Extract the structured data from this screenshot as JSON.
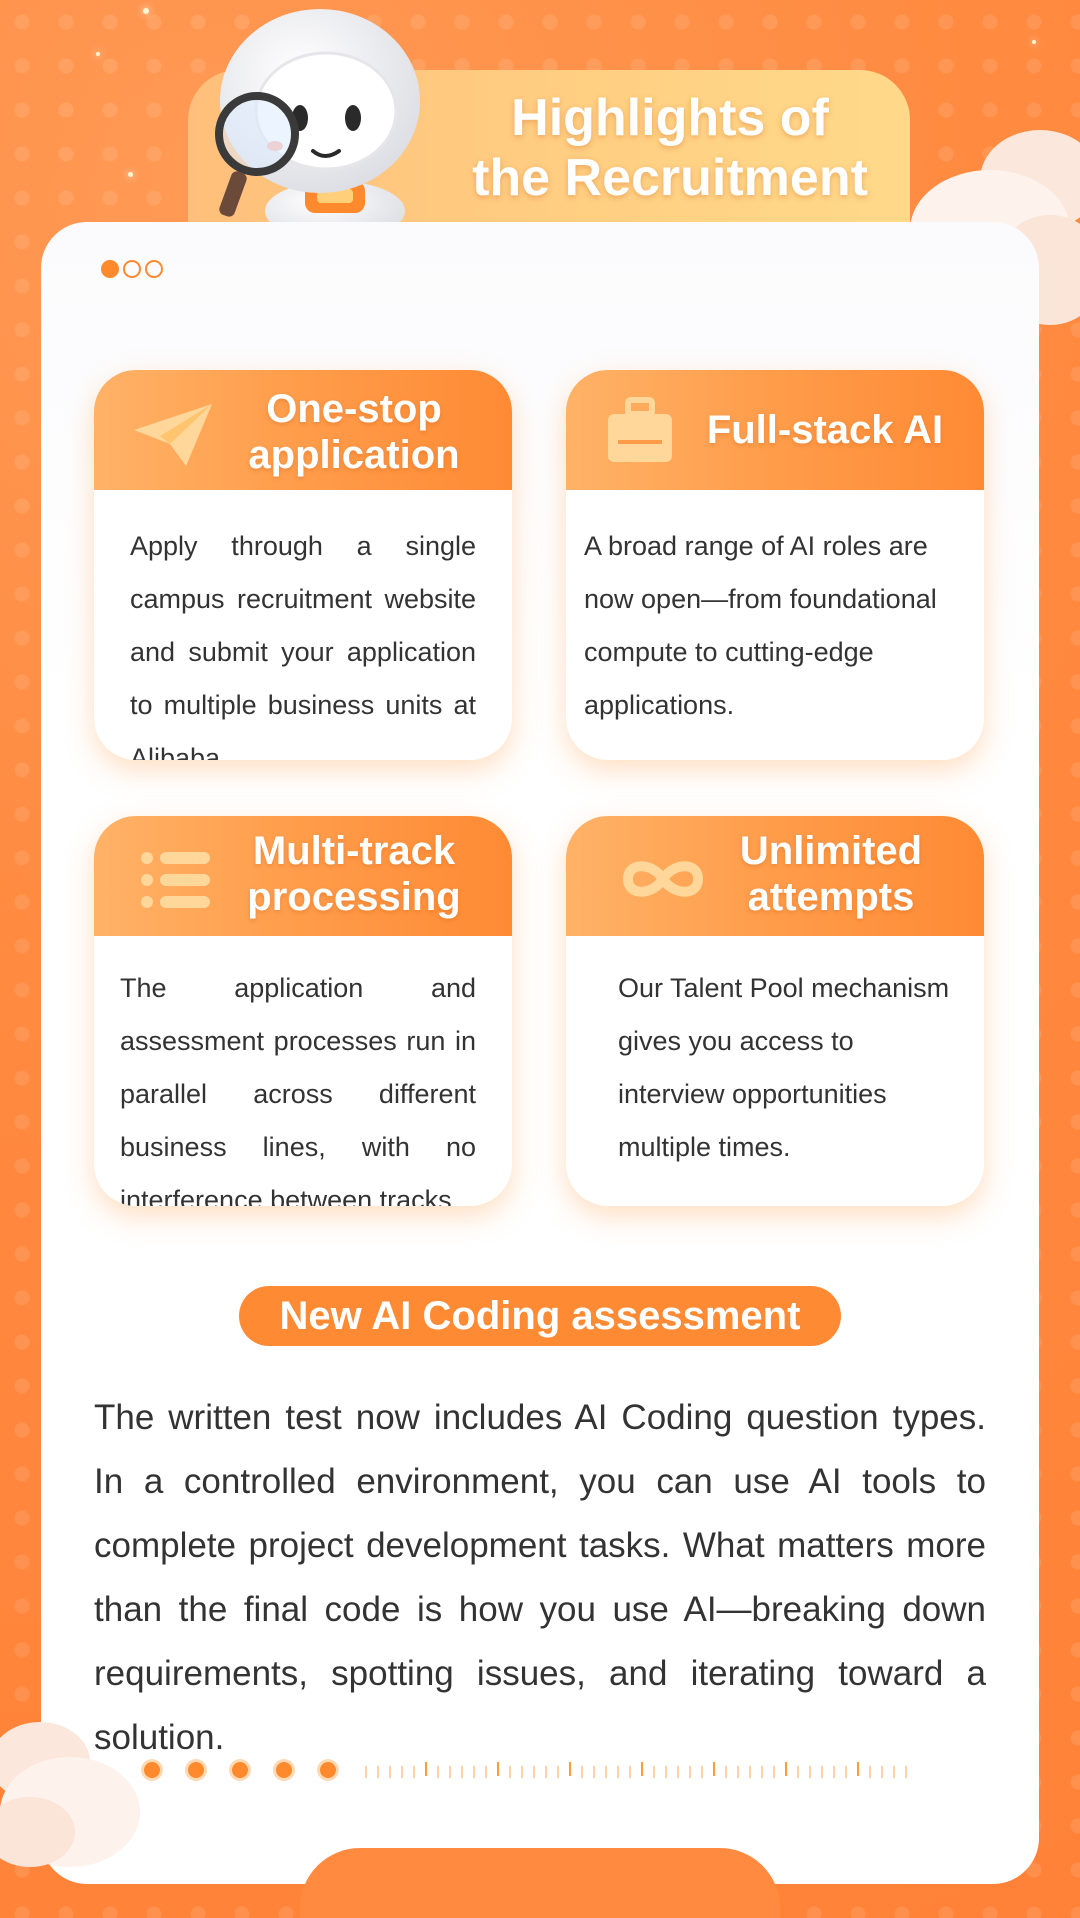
{
  "header": {
    "title_line1": "Highlights of",
    "title_line2": "the Recruitment"
  },
  "colors": {
    "accent": "#ff8a34",
    "background": "#ff8a40",
    "text": "#333333"
  },
  "pager": {
    "count": 3,
    "active": 1
  },
  "features": [
    {
      "title_line1": "One-stop",
      "title_line2": "application",
      "icon": "paper-plane-icon",
      "body": "Apply through a single campus recruitment website and submit your application to multiple business units at Alibaba."
    },
    {
      "title_line1": "Full-stack AI",
      "title_line2": "",
      "icon": "briefcase-icon",
      "body": "A broad range of AI roles are now open—from foundational compute to cutting-edge applications."
    },
    {
      "title_line1": "Multi-track",
      "title_line2": "processing",
      "icon": "list-icon",
      "body": "The application and assessment processes run in parallel across different business lines, with no interference between tracks."
    },
    {
      "title_line1": "Unlimited",
      "title_line2": "attempts",
      "icon": "infinity-icon",
      "body": "Our Talent Pool mechanism gives you access to interview opportunities multiple times."
    }
  ],
  "ai_coding": {
    "label": "New AI Coding assessment",
    "body": "The written test now includes AI Coding question types. In a controlled environment, you can use AI tools to complete project development tasks. What matters more than the final code is how you use AI—breaking down requirements, spotting issues, and iterating toward a solution."
  }
}
